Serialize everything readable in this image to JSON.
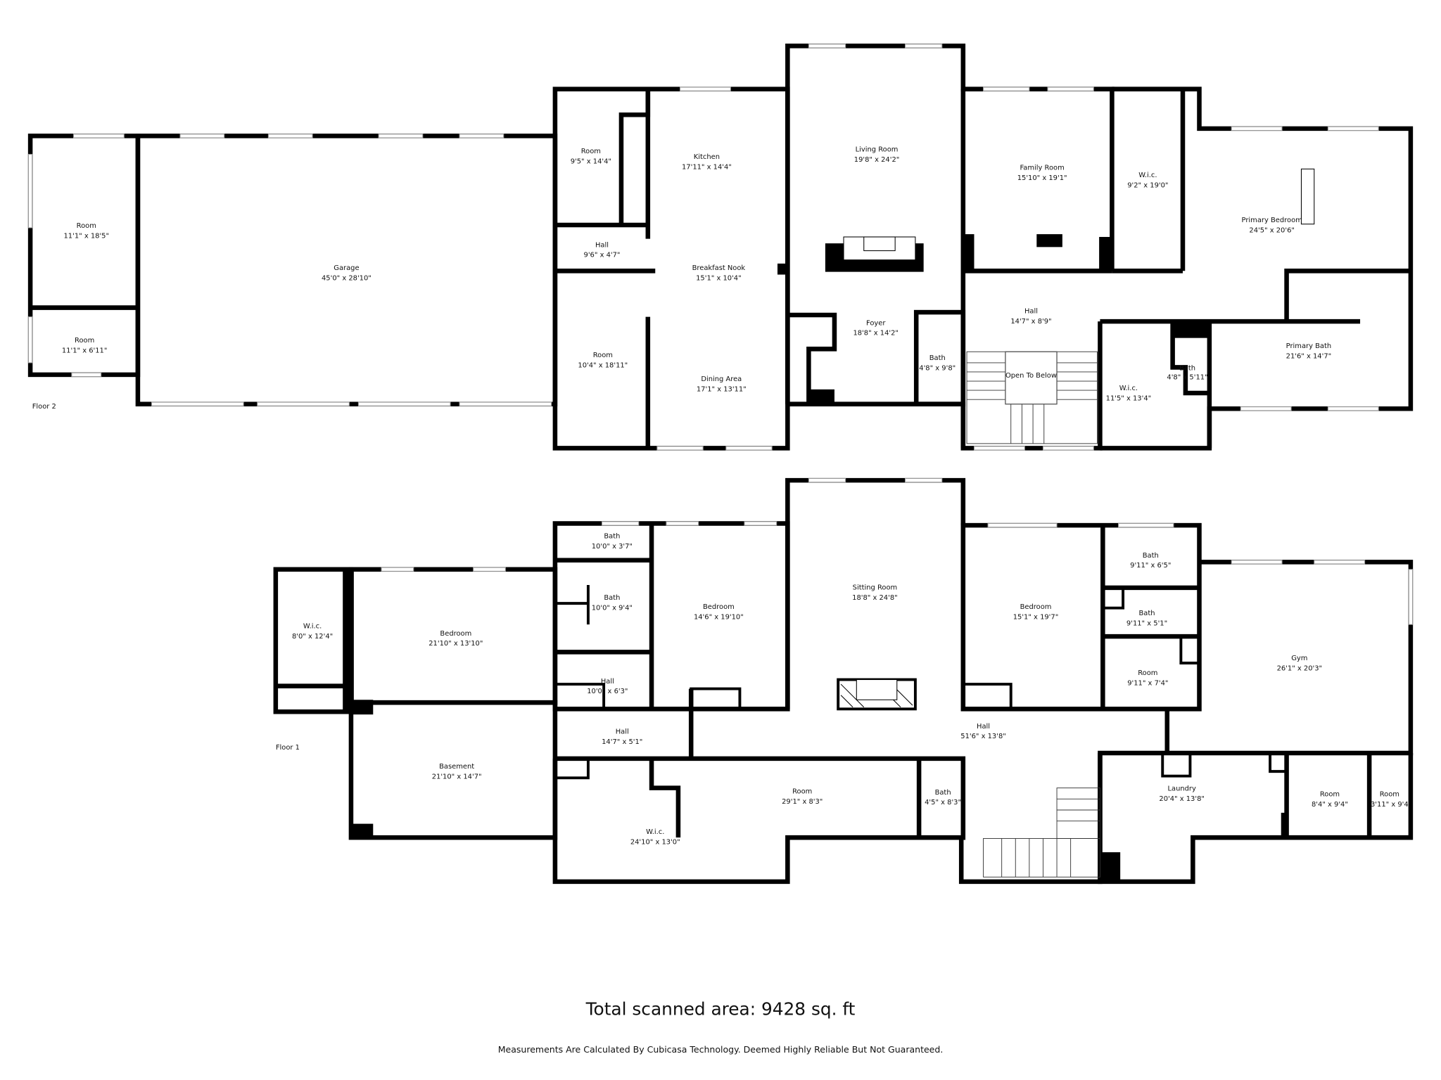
{
  "floor2": {
    "label": "Floor 2",
    "rooms": [
      {
        "name": "Room",
        "dims": "11'1\" x 18'5\""
      },
      {
        "name": "Room",
        "dims": "11'1\" x 6'11\""
      },
      {
        "name": "Garage",
        "dims": "45'0\" x 28'10\""
      },
      {
        "name": "Room",
        "dims": "9'5\" x 14'4\""
      },
      {
        "name": "Hall",
        "dims": "9'6\" x 4'7\""
      },
      {
        "name": "Room",
        "dims": "10'4\" x 18'11\""
      },
      {
        "name": "Kitchen",
        "dims": "17'11\" x 14'4\""
      },
      {
        "name": "Breakfast Nook",
        "dims": "15'1\" x 10'4\""
      },
      {
        "name": "Dining Area",
        "dims": "17'1\" x 13'11\""
      },
      {
        "name": "Living Room",
        "dims": "19'8\" x 24'2\""
      },
      {
        "name": "Foyer",
        "dims": "18'8\" x 14'2\""
      },
      {
        "name": "Bath",
        "dims": "4'8\" x 9'8\""
      },
      {
        "name": "Family Room",
        "dims": "15'10\" x 19'1\""
      },
      {
        "name": "W.i.c.",
        "dims": "9'2\" x 19'0\""
      },
      {
        "name": "Primary Bedroom",
        "dims": "24'5\" x 20'6\""
      },
      {
        "name": "Hall",
        "dims": "14'7\" x 8'9\""
      },
      {
        "name": "Open To Below"
      },
      {
        "name": "W.i.c.",
        "dims": "11'5\" x 13'4\""
      },
      {
        "name": "Bath",
        "dims": "4'8\" x 5'11\""
      },
      {
        "name": "Primary Bath",
        "dims": "21'6\" x 14'7\""
      }
    ]
  },
  "floor1": {
    "label": "Floor 1",
    "rooms": [
      {
        "name": "W.i.c.",
        "dims": "8'0\" x 12'4\""
      },
      {
        "name": "Bedroom",
        "dims": "21'10\" x 13'10\""
      },
      {
        "name": "Bath",
        "dims": "10'0\" x 3'7\""
      },
      {
        "name": "Bath",
        "dims": "10'0\" x 9'4\""
      },
      {
        "name": "Hall",
        "dims": "10'0\" x 6'3\""
      },
      {
        "name": "Bedroom",
        "dims": "14'6\" x 19'10\""
      },
      {
        "name": "Sitting Room",
        "dims": "18'8\" x 24'8\""
      },
      {
        "name": "Bedroom",
        "dims": "15'1\" x 19'7\""
      },
      {
        "name": "Bath",
        "dims": "9'11\" x 6'5\""
      },
      {
        "name": "Bath",
        "dims": "9'11\" x 5'1\""
      },
      {
        "name": "Room",
        "dims": "9'11\" x 7'4\""
      },
      {
        "name": "Gym",
        "dims": "26'1\" x 20'3\""
      },
      {
        "name": "Hall",
        "dims": "14'7\" x 5'1\""
      },
      {
        "name": "Hall",
        "dims": "51'6\" x 13'8\""
      },
      {
        "name": "Basement",
        "dims": "21'10\" x 14'7\""
      },
      {
        "name": "W.i.c.",
        "dims": "24'10\" x 13'0\""
      },
      {
        "name": "Room",
        "dims": "29'1\" x 8'3\""
      },
      {
        "name": "Bath",
        "dims": "4'5\" x 8'3\""
      },
      {
        "name": "Laundry",
        "dims": "20'4\" x 13'8\""
      },
      {
        "name": "Room",
        "dims": "8'4\" x 9'4\""
      },
      {
        "name": "Room",
        "dims": "3'11\" x 9'4"
      }
    ]
  },
  "total_area": "Total scanned area: 9428 sq. ft",
  "disclaimer": "Measurements Are Calculated By Cubicasa Technology. Deemed Highly Reliable But Not Guaranteed."
}
